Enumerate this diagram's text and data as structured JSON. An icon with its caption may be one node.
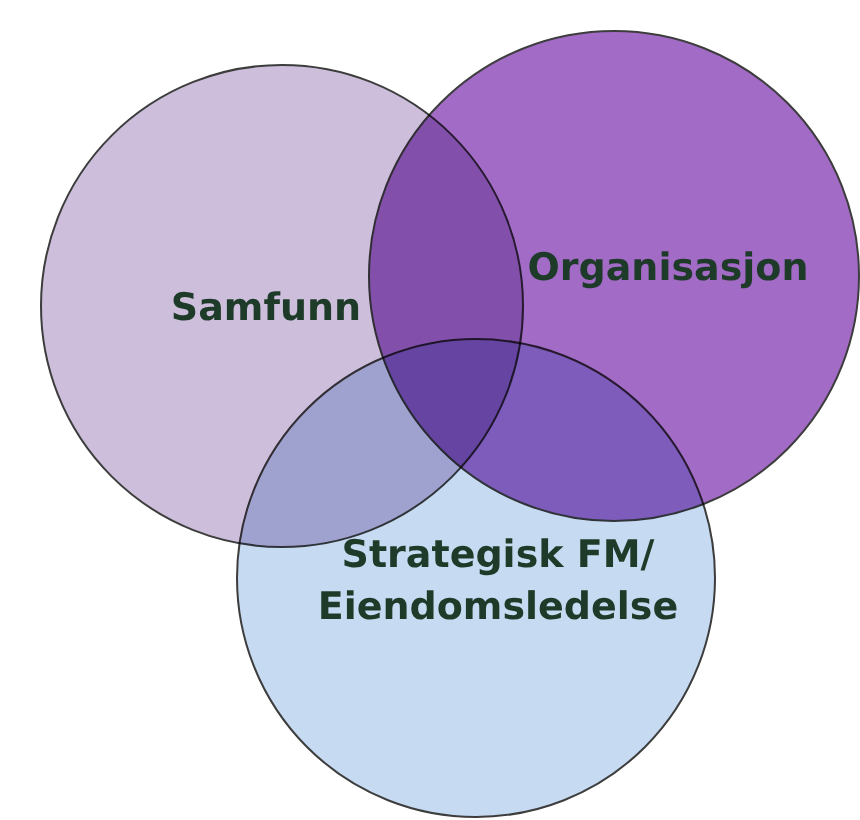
{
  "diagram": {
    "nodes": [
      {
        "text": [
          "Samfunn"
        ]
      },
      {
        "text": [
          "Organisasjon"
        ]
      },
      {
        "text": [
          "Strategisk FM/ Eiendomsledelse"
        ]
      }
    ]
  }
}
